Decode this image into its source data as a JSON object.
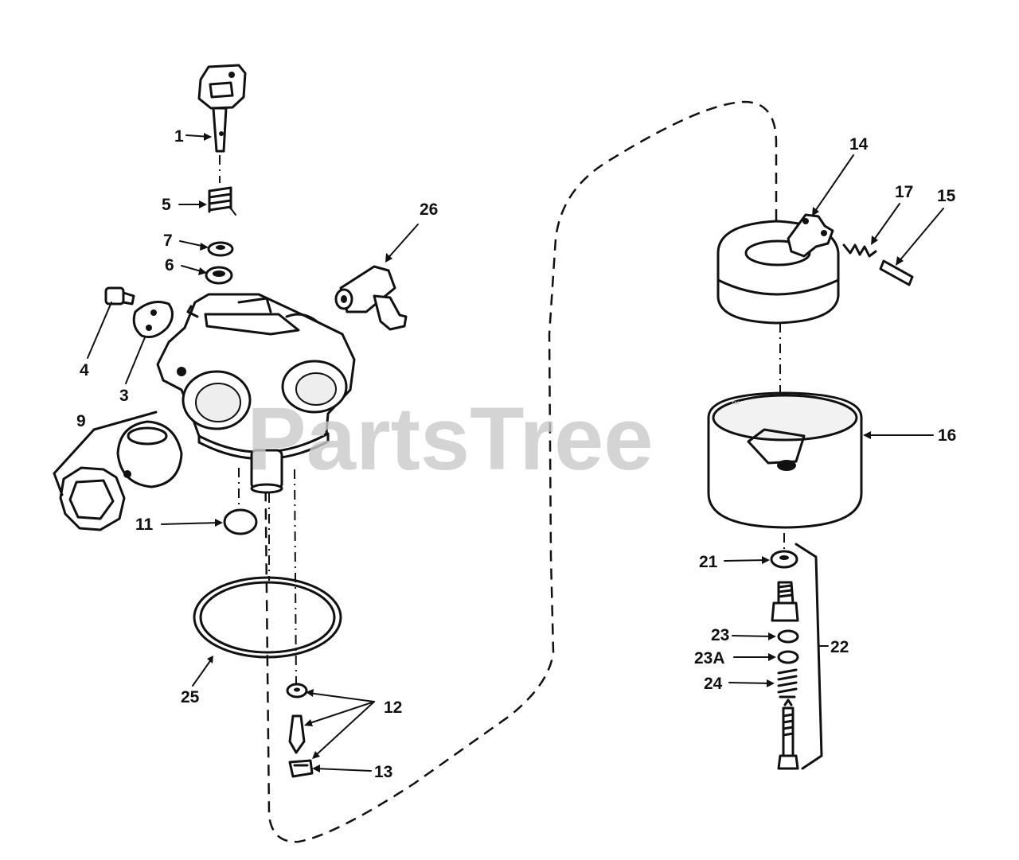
{
  "watermark": {
    "text": "PartsTree",
    "trademark": "™"
  },
  "labels": {
    "p1": "1",
    "p5": "5",
    "p7": "7",
    "p6": "6",
    "p26": "26",
    "p4": "4",
    "p3": "3",
    "p9": "9",
    "p11": "11",
    "p25": "25",
    "p12": "12",
    "p13": "13",
    "p14": "14",
    "p17": "17",
    "p15": "15",
    "p16": "16",
    "p21": "21",
    "p22": "22",
    "p23": "23",
    "p23a": "23A",
    "p24": "24"
  }
}
